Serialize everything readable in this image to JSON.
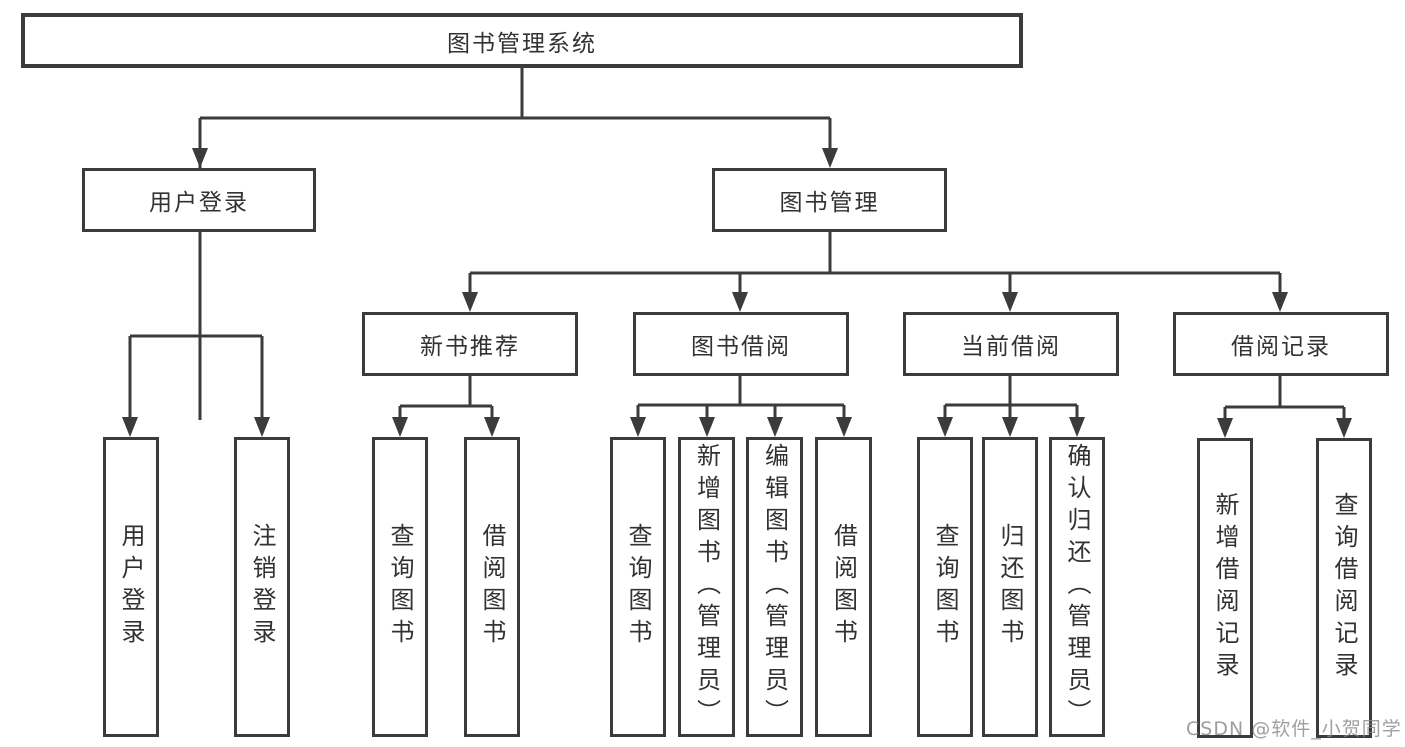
{
  "colors": {
    "line": "#3b3b3b",
    "text": "#323232",
    "watermark": "#878787",
    "background": "#ffffff"
  },
  "tree": {
    "label": "图书管理系统",
    "children": [
      {
        "label": "用户登录",
        "children": [
          {
            "label": "用户登录"
          },
          {
            "label": "注销登录"
          }
        ]
      },
      {
        "label": "图书管理",
        "children": [
          {
            "label": "新书推荐",
            "children": [
              {
                "label": "查询图书"
              },
              {
                "label": "借阅图书"
              }
            ]
          },
          {
            "label": "图书借阅",
            "children": [
              {
                "label": "查询图书"
              },
              {
                "label": "新增图书（管理员）"
              },
              {
                "label": "编辑图书（管理员）"
              },
              {
                "label": "借阅图书"
              }
            ]
          },
          {
            "label": "当前借阅",
            "children": [
              {
                "label": "查询图书"
              },
              {
                "label": "归还图书"
              },
              {
                "label": "确认归还（管理员）"
              }
            ]
          },
          {
            "label": "借阅记录",
            "children": [
              {
                "label": "新增借阅记录"
              },
              {
                "label": "查询借阅记录"
              }
            ]
          }
        ]
      }
    ]
  },
  "watermark": "CSDN @软件_小贺同学"
}
